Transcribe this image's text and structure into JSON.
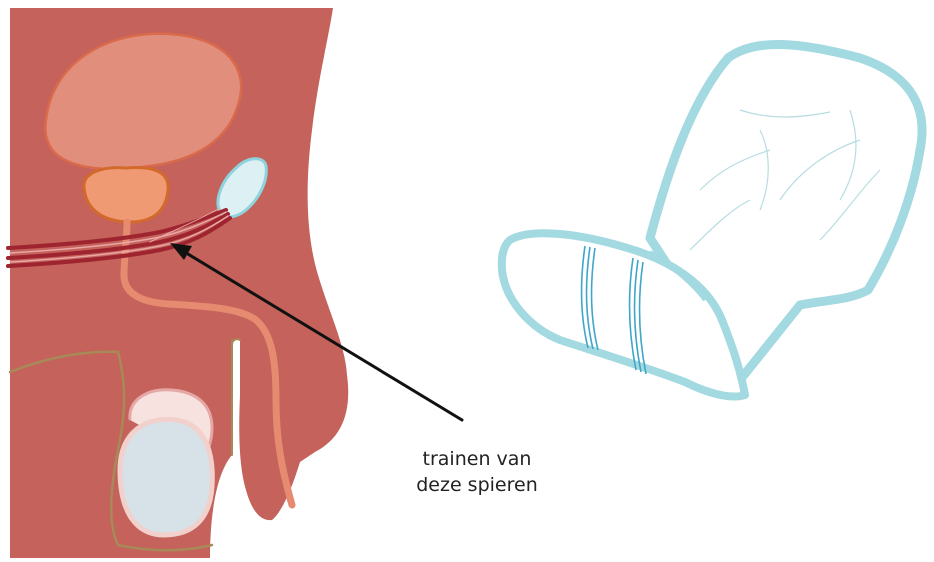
{
  "annotation": {
    "line1": "trainen van",
    "line2": "deze spieren"
  },
  "colors": {
    "body": "#c4625b",
    "body_outline": "#a88a58",
    "bladder": "#e28e7d",
    "prostate": "#f09a74",
    "prostate_outline": "#d26a2c",
    "muscle": "#9e2530",
    "muscle_highlight": "#e9a7a7",
    "urethra": "#e68a70",
    "testis": "#d7e2e8",
    "gland": "#ddf1f4",
    "gland_outline": "#8fd3dc",
    "pad_edge": "#a3d9e0",
    "pad_line": "#3fa6c9",
    "arrow": "#111111"
  },
  "icons": {
    "anatomy": "male-pelvic-anatomy-illustration",
    "pad": "incontinence-pad-illustration"
  }
}
